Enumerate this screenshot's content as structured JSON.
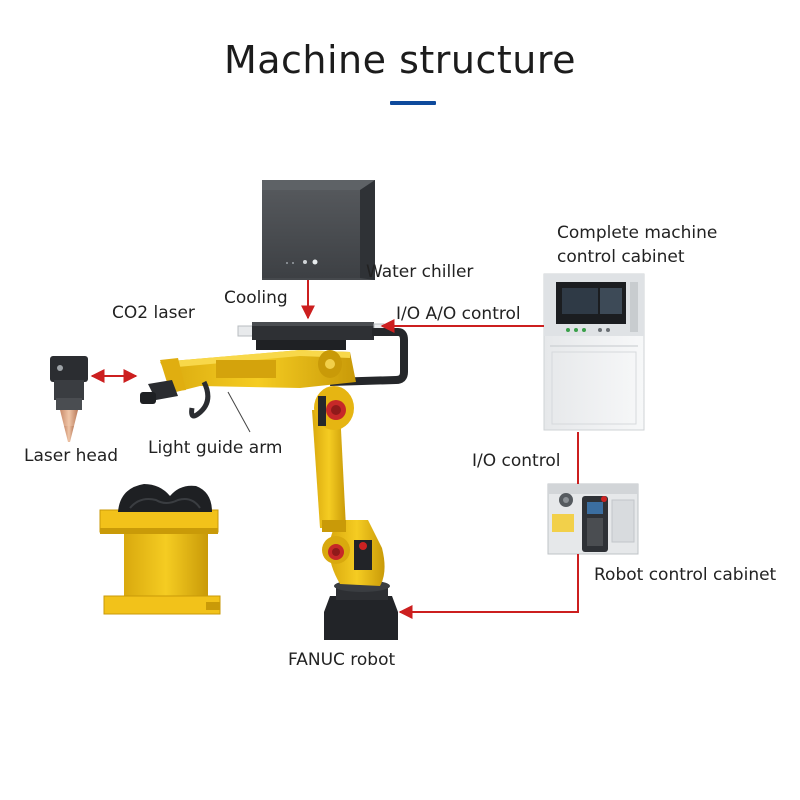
{
  "title": "Machine structure",
  "colors": {
    "accent_underline": "#0e4a9c",
    "connector_red": "#cc1f1f",
    "robot_yellow": "#f0c419"
  },
  "labels": {
    "water_chiller": "Water chiller",
    "cooling": "Cooling",
    "co2_laser": "CO2 laser",
    "io_ao_control": "I/O A/O control",
    "complete_cabinet_line1": "Complete machine",
    "complete_cabinet_line2": "control cabinet",
    "laser_head": "Laser head",
    "light_guide_arm": "Light guide arm",
    "io_control": "I/O  control",
    "robot_control_cabinet": "Robot control cabinet",
    "fanuc_robot": "FANUC robot"
  }
}
